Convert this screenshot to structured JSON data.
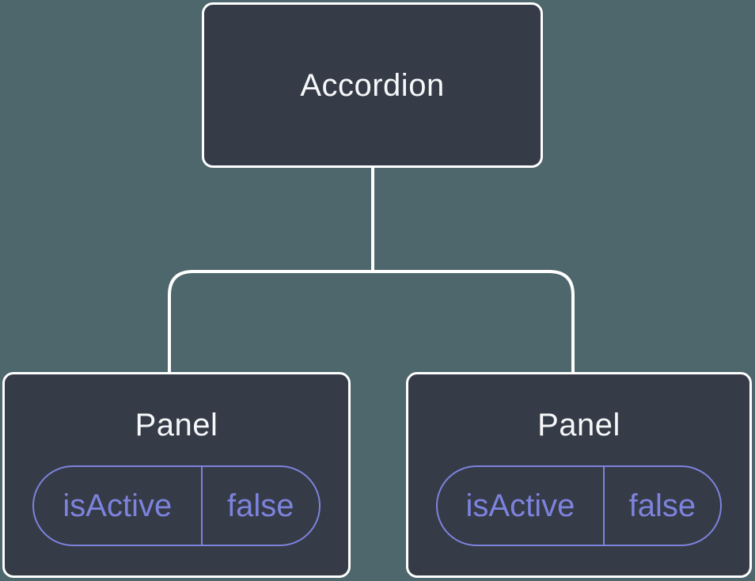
{
  "diagram": {
    "root": {
      "label": "Accordion"
    },
    "children": [
      {
        "label": "Panel",
        "state_pill": {
          "key": "isActive",
          "value": "false"
        }
      },
      {
        "label": "Panel",
        "state_pill": {
          "key": "isActive",
          "value": "false"
        }
      }
    ],
    "colors": {
      "background": "#4D676C",
      "node_fill": "#353B47",
      "node_border": "#FFFFFF",
      "node_text": "#F6F7F9",
      "state_accent": "#7D83DC",
      "connector": "#FFFFFF"
    }
  }
}
